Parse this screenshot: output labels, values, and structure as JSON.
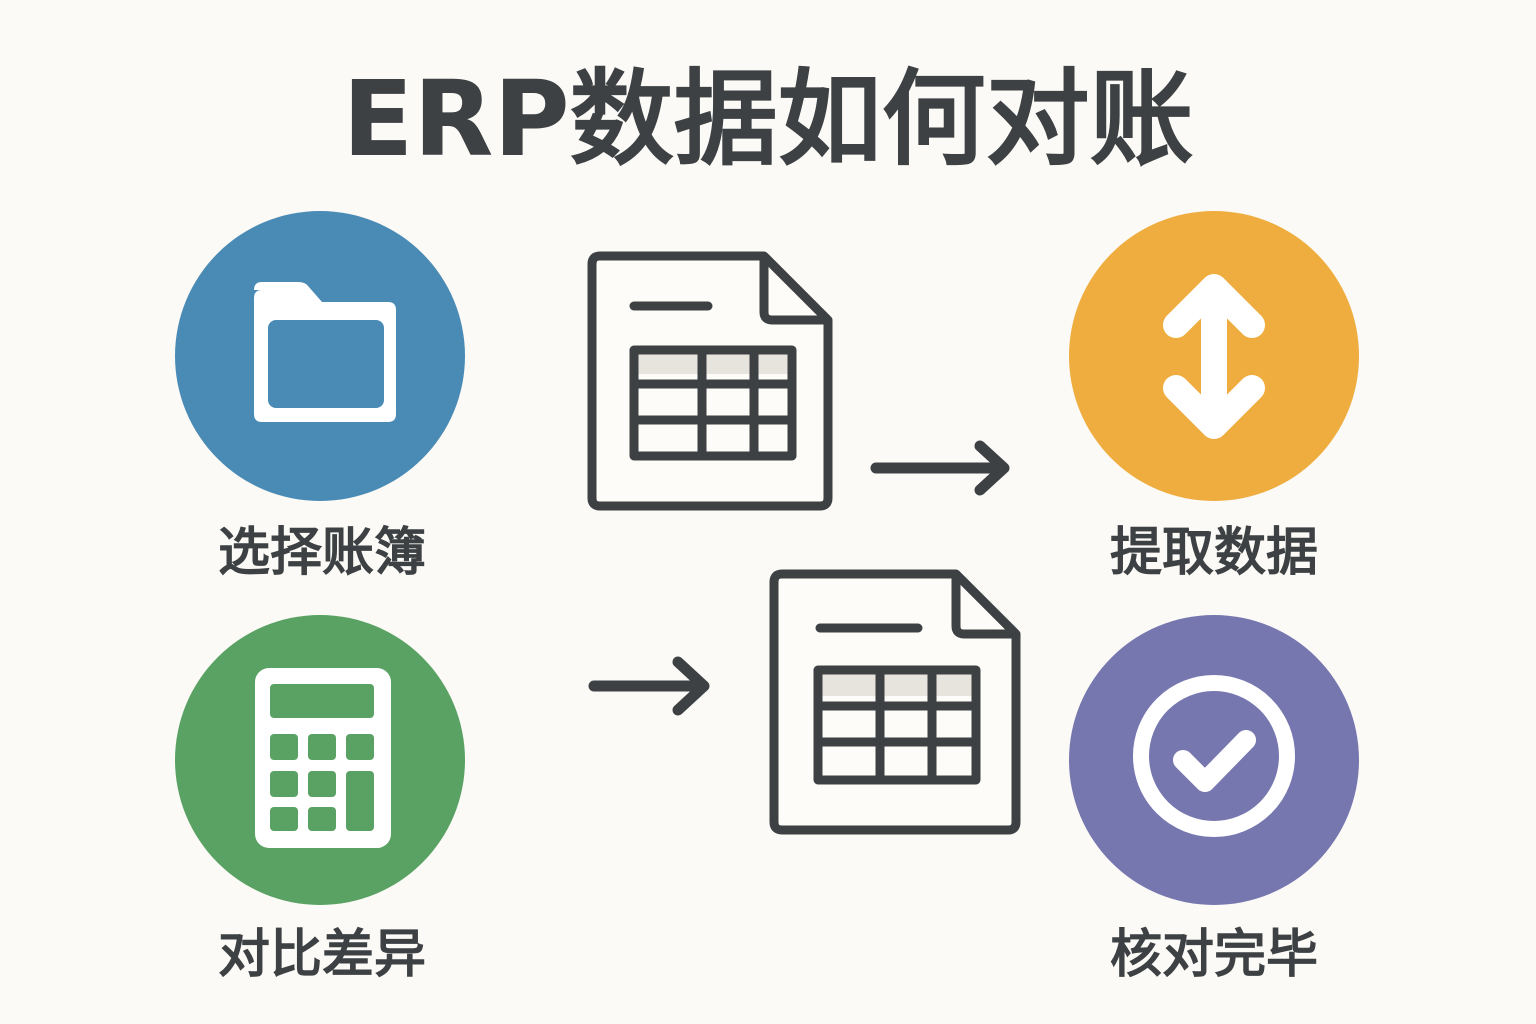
{
  "title": "ERP数据如何对账",
  "steps": [
    {
      "label": "选择账簿",
      "icon": "folder-icon",
      "color": "#4a8bb6"
    },
    {
      "label": "提取数据",
      "icon": "up-down-arrows-icon",
      "color": "#efad3f"
    },
    {
      "label": "对比差异",
      "icon": "calculator-icon",
      "color": "#59a263"
    },
    {
      "label": "核对完毕",
      "icon": "check-circle-icon",
      "color": "#7777b0"
    }
  ],
  "colors": {
    "text": "#3d4144",
    "background": "#fbfaf6",
    "table_header": "#e6e4dc"
  }
}
